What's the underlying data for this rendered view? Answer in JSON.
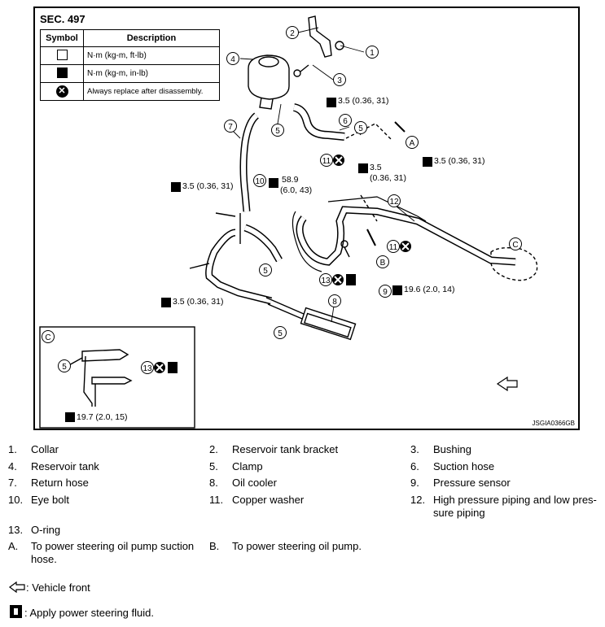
{
  "figure": {
    "section": "SEC. 497",
    "symbol_table": {
      "header_symbol": "Symbol",
      "header_description": "Description",
      "rows": [
        {
          "icon": "torque-wrench-icon",
          "description": "N·m (kg-m, ft-lb)"
        },
        {
          "icon": "torque-wrench-filled-icon",
          "description": "N·m (kg-m, in-lb)"
        },
        {
          "icon": "replace-x-icon",
          "description": "Always replace after disassembly."
        }
      ]
    },
    "torques": {
      "t1": "3.5 (0.36, 31)",
      "t2": "3.5 (0.36, 31)",
      "t3": "3.5",
      "t3b": "(0.36, 31)",
      "t4": "3.5 (0.36, 31)",
      "t5": "58.9",
      "t5b": "(6.0, 43)",
      "t6": "3.5 (0.36, 31)",
      "t7": "19.6 (2.0, 14)",
      "t8": "19.7 (2.0, 15)"
    },
    "callouts": [
      "1",
      "2",
      "3",
      "4",
      "5",
      "6",
      "7",
      "8",
      "9",
      "10",
      "11",
      "12",
      "13"
    ],
    "letters": {
      "a": "A",
      "b": "B",
      "c": "C"
    },
    "ref_code": "JSGIA0366GB"
  },
  "parts": [
    {
      "n": "1.",
      "label": "Collar"
    },
    {
      "n": "2.",
      "label": "Reservoir tank bracket"
    },
    {
      "n": "3.",
      "label": "Bushing"
    },
    {
      "n": "4.",
      "label": "Reservoir tank"
    },
    {
      "n": "5.",
      "label": "Clamp"
    },
    {
      "n": "6.",
      "label": "Suction hose"
    },
    {
      "n": "7.",
      "label": "Return hose"
    },
    {
      "n": "8.",
      "label": "Oil cooler"
    },
    {
      "n": "9.",
      "label": "Pressure sensor"
    },
    {
      "n": "10.",
      "label": "Eye bolt"
    },
    {
      "n": "11.",
      "label": "Copper washer"
    },
    {
      "n": "12.",
      "label": "High pressure piping and low pres-",
      "label2": "sure piping"
    },
    {
      "n": "13.",
      "label": "O-ring"
    },
    {
      "n": "A.",
      "label": "To power steering oil pump suction",
      "label2": "hose."
    },
    {
      "n": "B.",
      "label": "To power steering oil pump."
    }
  ],
  "legend": {
    "vehicle_front": ": Vehicle front",
    "apply_fluid": ": Apply power steering fluid."
  }
}
